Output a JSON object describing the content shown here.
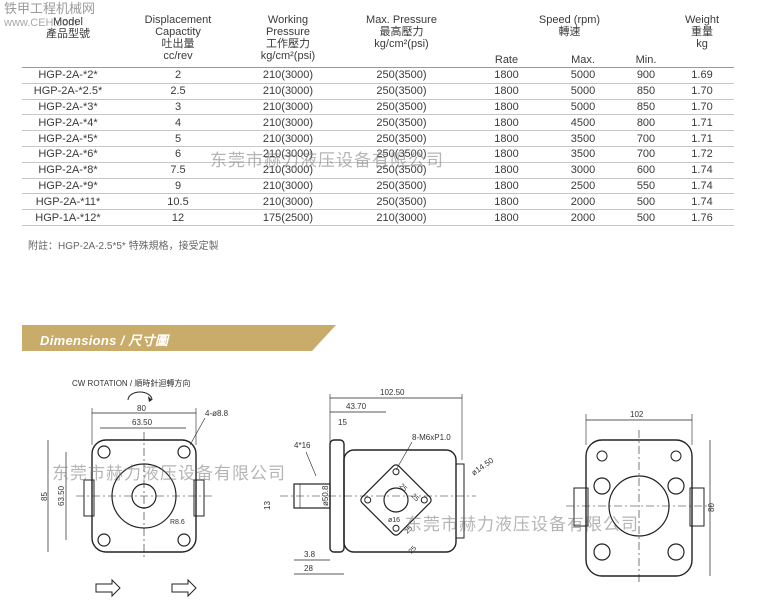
{
  "watermark": {
    "site_name": "铁甲工程机械网",
    "site_url": "www.CEH.com",
    "company": "东莞市赫力液压设备有限公司"
  },
  "table": {
    "headers": {
      "model_en": "Model",
      "model_cn": "產品型號",
      "disp_en1": "Displacement",
      "disp_en2": "Capactity",
      "disp_cn": "吐出量",
      "disp_unit": "cc/rev",
      "wp_en1": "Working",
      "wp_en2": "Pressure",
      "wp_cn": "工作壓力",
      "wp_unit": "kg/cm²(psi)",
      "mp_en": "Max. Pressure",
      "mp_cn": "最高壓力",
      "mp_unit": "kg/cm²(psi)",
      "speed_en": "Speed (rpm)",
      "speed_cn": "轉速",
      "rate": "Rate",
      "max": "Max.",
      "min": "Min.",
      "weight_en": "Weight",
      "weight_cn": "重量",
      "weight_unit": "kg"
    },
    "rows": [
      {
        "model": "HGP-2A-*2*",
        "disp": "2",
        "wp": "210(3000)",
        "mp": "250(3500)",
        "rate": "1800",
        "max": "5000",
        "min": "900",
        "weight": "1.69"
      },
      {
        "model": "HGP-2A-*2.5*",
        "disp": "2.5",
        "wp": "210(3000)",
        "mp": "250(3500)",
        "rate": "1800",
        "max": "5000",
        "min": "850",
        "weight": "1.70"
      },
      {
        "model": "HGP-2A-*3*",
        "disp": "3",
        "wp": "210(3000)",
        "mp": "250(3500)",
        "rate": "1800",
        "max": "5000",
        "min": "850",
        "weight": "1.70"
      },
      {
        "model": "HGP-2A-*4*",
        "disp": "4",
        "wp": "210(3000)",
        "mp": "250(3500)",
        "rate": "1800",
        "max": "4500",
        "min": "800",
        "weight": "1.71"
      },
      {
        "model": "HGP-2A-*5*",
        "disp": "5",
        "wp": "210(3000)",
        "mp": "250(3500)",
        "rate": "1800",
        "max": "3500",
        "min": "700",
        "weight": "1.71"
      },
      {
        "model": "HGP-2A-*6*",
        "disp": "6",
        "wp": "210(3000)",
        "mp": "250(3500)",
        "rate": "1800",
        "max": "3500",
        "min": "700",
        "weight": "1.72"
      },
      {
        "model": "HGP-2A-*8*",
        "disp": "7.5",
        "wp": "210(3000)",
        "mp": "250(3500)",
        "rate": "1800",
        "max": "3000",
        "min": "600",
        "weight": "1.74"
      },
      {
        "model": "HGP-2A-*9*",
        "disp": "9",
        "wp": "210(3000)",
        "mp": "250(3500)",
        "rate": "1800",
        "max": "2500",
        "min": "550",
        "weight": "1.74"
      },
      {
        "model": "HGP-2A-*11*",
        "disp": "10.5",
        "wp": "210(3000)",
        "mp": "250(3500)",
        "rate": "1800",
        "max": "2000",
        "min": "500",
        "weight": "1.74"
      },
      {
        "model": "HGP-1A-*12*",
        "disp": "12",
        "wp": "175(2500)",
        "mp": "210(3000)",
        "rate": "1800",
        "max": "2000",
        "min": "500",
        "weight": "1.76"
      }
    ]
  },
  "footnote": "附註：HGP-2A-2.5*5* 特殊規格，接受定製",
  "section": {
    "title": "Dimensions / 尺寸圖"
  },
  "colors": {
    "banner": "#c9ab6a",
    "banner_text": "#ffffff",
    "line": "#222222"
  },
  "drawing": {
    "rotation": "CW ROTATION / 順時針迴轉方向",
    "front": {
      "w80": "80",
      "w63": "63.50",
      "holes": "4-ø8.8",
      "h85": "85",
      "h63": "63.50",
      "r": "R8.6"
    },
    "side": {
      "l102": "102.50",
      "l43": "43.70",
      "l15": "15",
      "chamfer": "4*16",
      "thread": "8-M6xP1.0",
      "port": "ø14.50",
      "d16": "ø16",
      "d508": "ø50.8",
      "d13": "13",
      "s25a": "25",
      "s25b": "25",
      "s25c": "25",
      "s25d": "25",
      "b38": "3.8",
      "b28": "28"
    },
    "rear": {
      "w102": "102",
      "h80": "80"
    }
  }
}
